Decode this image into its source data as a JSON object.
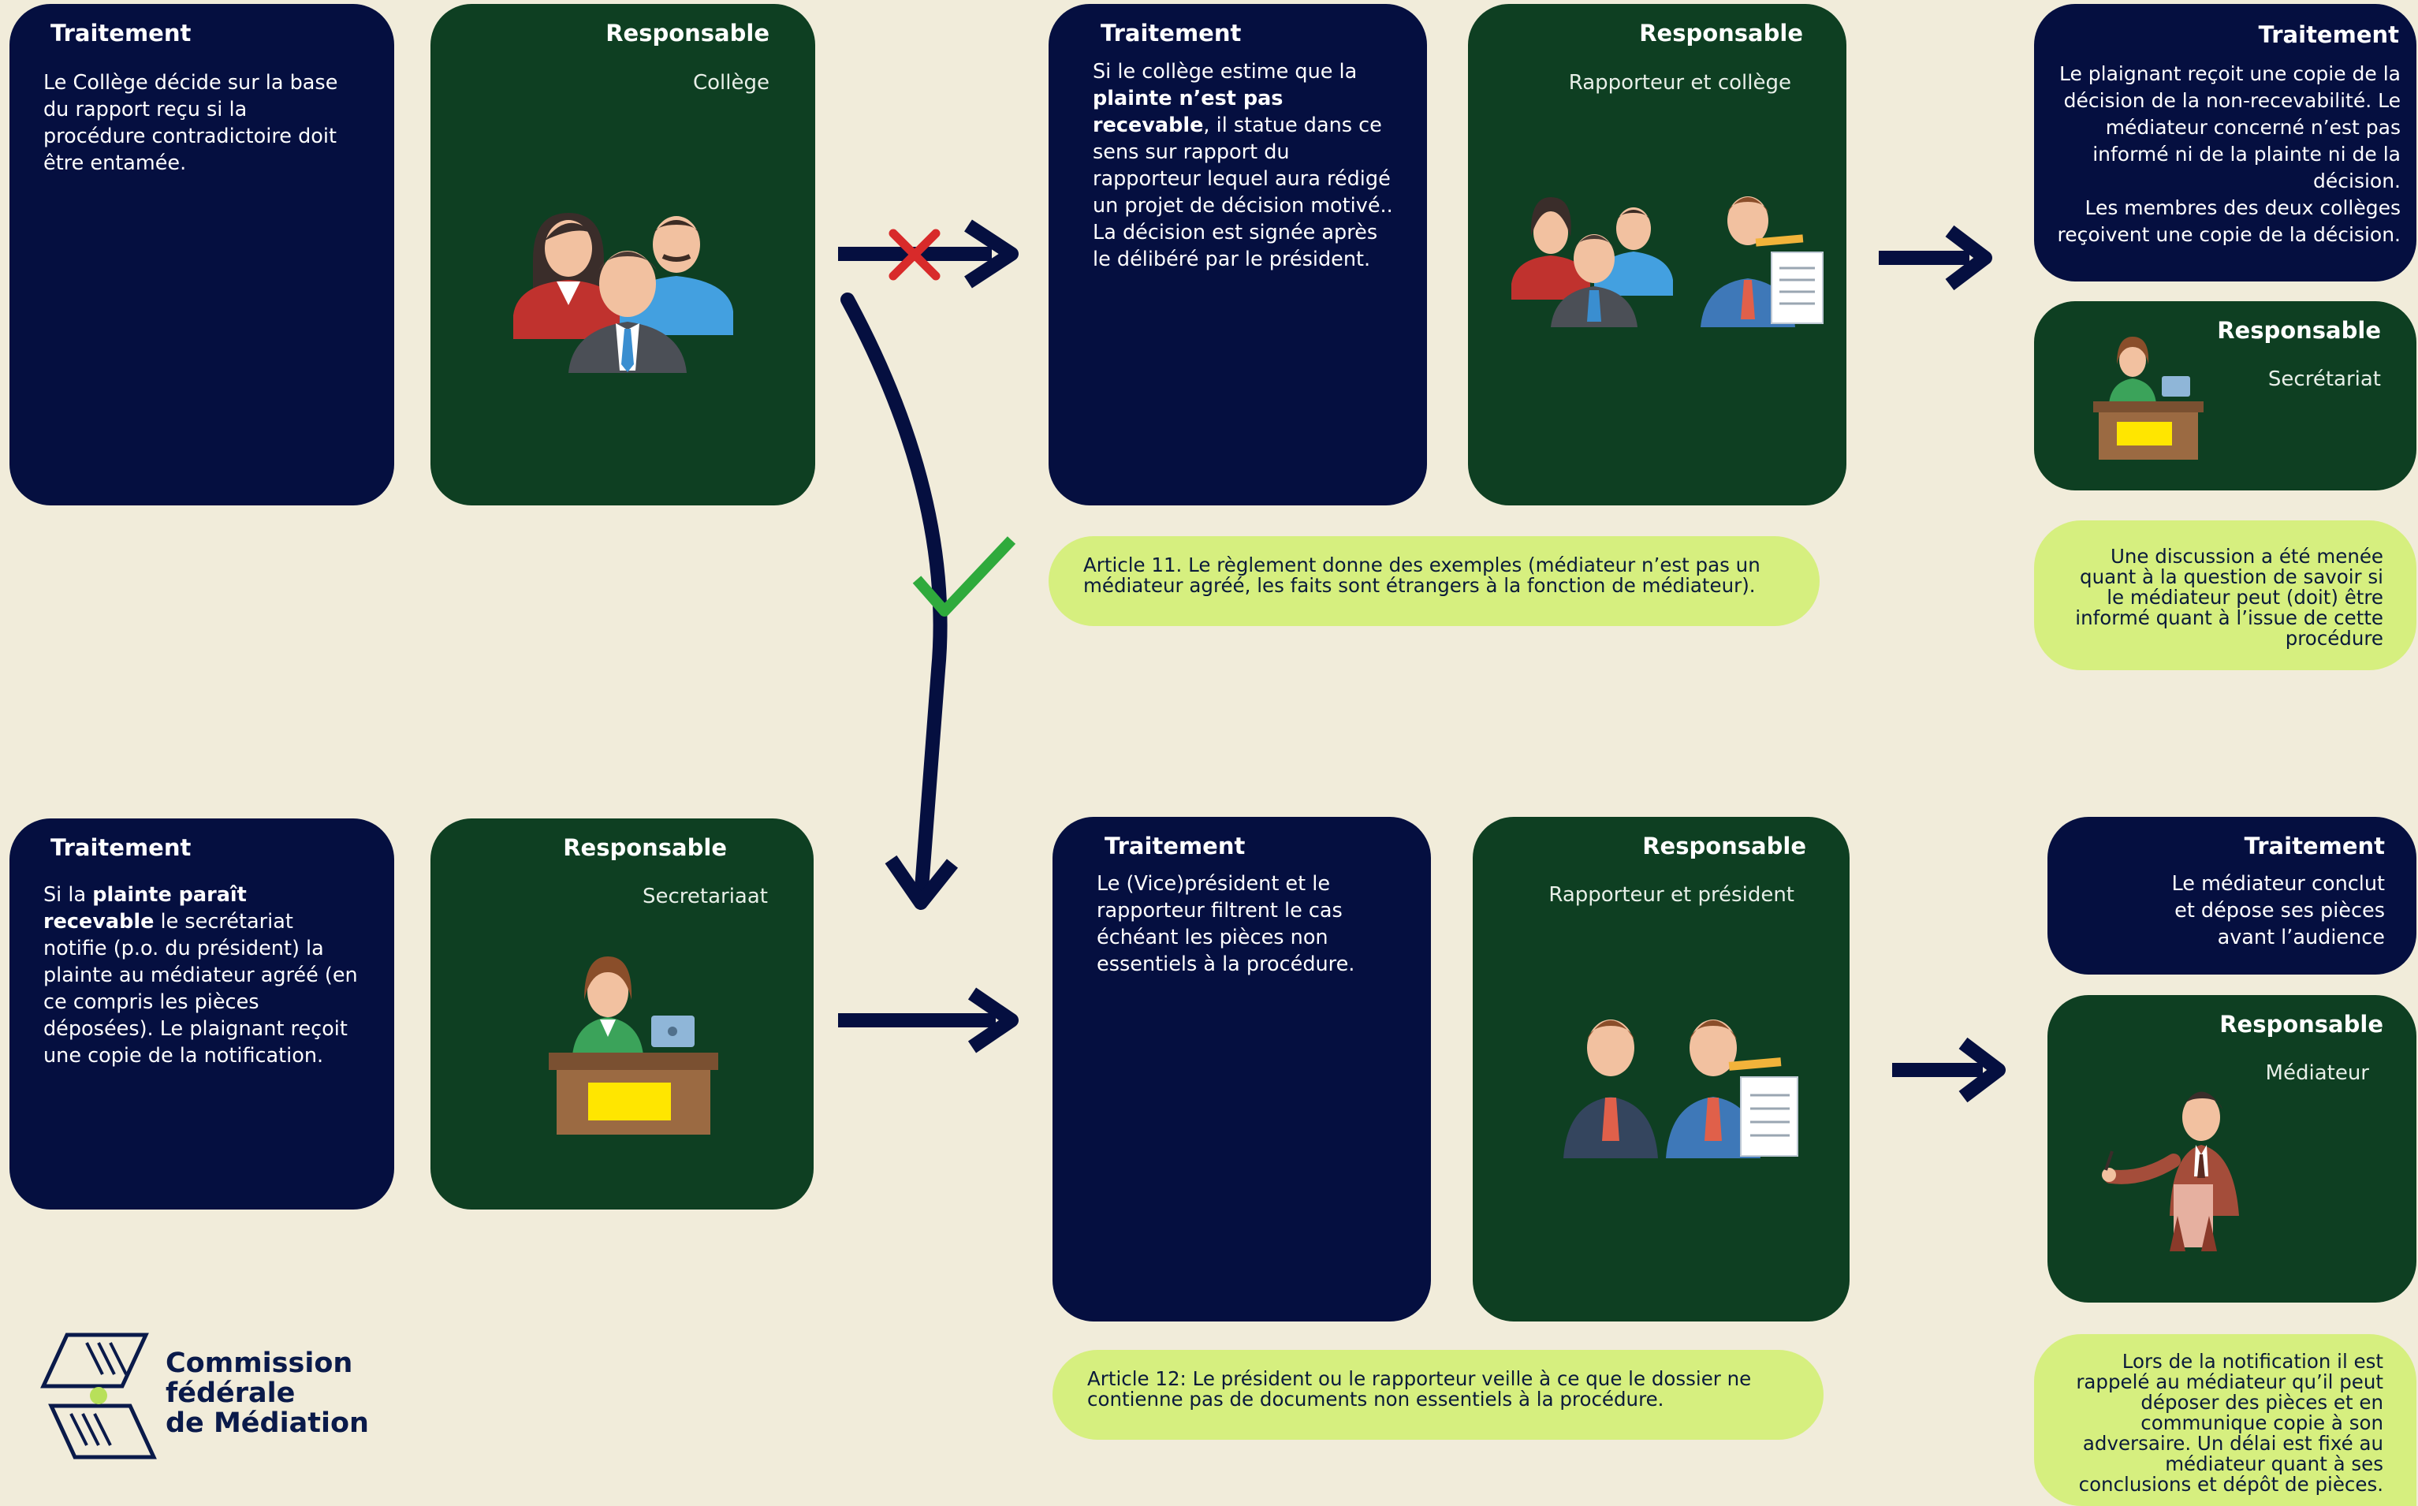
{
  "labels": {
    "traitement": "Traitement",
    "responsable": "Responsable"
  },
  "row1": {
    "c1": {
      "text": "Le Collège décide sur la base du rapport reçu si la procédure contradictoire doit être entamée."
    },
    "r1": {
      "who": "Collège"
    },
    "c2": {
      "pre": "Si le collège estime que la ",
      "bold": "plainte n’est pas recevable",
      "post": ", il statue dans ce sens sur rapport du rapporteur lequel aura rédigé un projet de décision motivé.. La décision est signée après le délibéré par le président."
    },
    "r2": {
      "who": "Rapporteur et collège"
    },
    "c3": {
      "line1": "Le plaignant reçoit une copie de la décision de la non-recevabilité. Le médiateur concerné n’est pas informé ni de la plainte ni de la décision.",
      "line2": "Les membres des deux collèges reçoivent une copie de la décision."
    },
    "r3": {
      "who": "Secrétariat"
    },
    "note_mid": "Article 11. Le règlement donne des exemples (médiateur n’est pas un médiateur agréé, les faits sont étrangers à la fonction de médiateur).",
    "note_right": "Une discussion a été menée quant à la question de savoir si le médiateur peut (doit) être informé quant à l’issue de cette procédure"
  },
  "row2": {
    "c1": {
      "pre": "Si la ",
      "bold": "plainte paraît recevable",
      "post": " le secrétariat notifie (p.o. du président) la plainte au médiateur agréé (en ce compris les pièces déposées). Le plaignant reçoit une copie de la notification."
    },
    "r1": {
      "who": "Secretariaat"
    },
    "c2": {
      "text": "Le (Vice)président et le rapporteur filtrent le cas échéant les pièces non essentiels à la procédure."
    },
    "r2": {
      "who": "Rapporteur et président"
    },
    "c3": {
      "text": "Le médiateur conclut et dépose ses pièces avant l’audience"
    },
    "r3": {
      "who": "Médiateur"
    },
    "note_mid": "Article 12: Le président ou le rapporteur veille à ce que le dossier ne contienne pas de documents non essentiels à la procédure.",
    "note_right": "Lors de la notification il est rappelé au médiateur qu’il peut déposer des pièces et en communique copie à son adversaire. Un délai est fixé au médiateur quant à ses conclusions et dépôt de pièces."
  },
  "logo": {
    "line1": "Commission",
    "line2": "fédérale",
    "line3": "de Médiation"
  },
  "colors": {
    "navy": "#050f40",
    "green": "#0e3f22",
    "lime": "#d6ef7f",
    "background": "#f1ecda"
  },
  "icons": [
    "people-group-icon",
    "people-document-icon",
    "secretary-desk-icon",
    "two-people-document-icon",
    "presenter-icon",
    "arrow-right-icon",
    "cross-icon",
    "checkmark-icon",
    "logo-icon"
  ]
}
